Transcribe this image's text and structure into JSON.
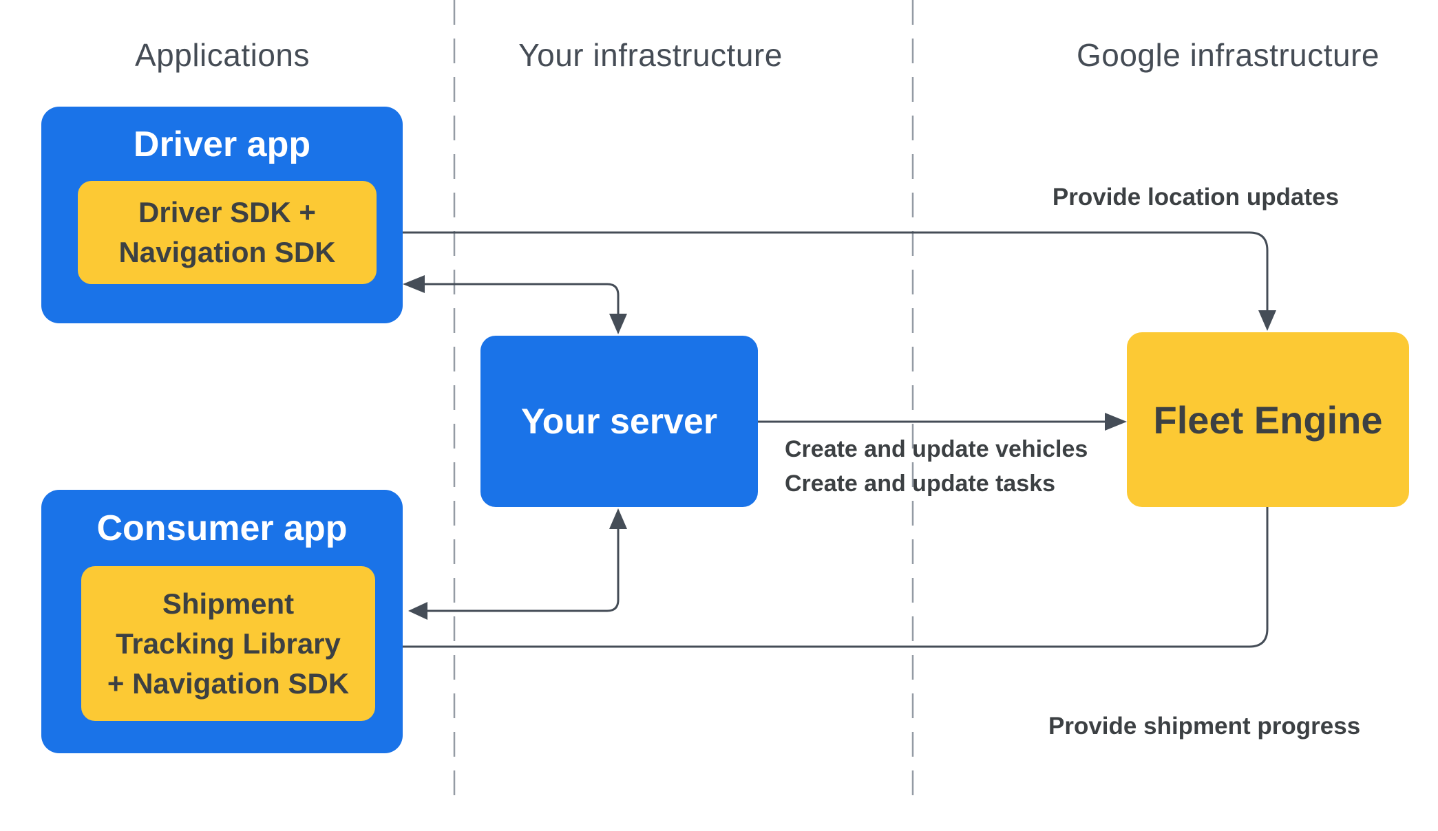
{
  "diagram": {
    "columns": [
      {
        "label": "Applications"
      },
      {
        "label": "Your infrastructure"
      },
      {
        "label": "Google infrastructure"
      }
    ],
    "nodes": {
      "driver_app": {
        "title": "Driver app",
        "sdk_lines": [
          "Driver SDK +",
          "Navigation SDK"
        ]
      },
      "consumer_app": {
        "title": "Consumer app",
        "sdk_lines": [
          "Shipment",
          "Tracking Library",
          "+ Navigation SDK"
        ]
      },
      "your_server": {
        "title": "Your server"
      },
      "fleet_engine": {
        "title": "Fleet Engine"
      }
    },
    "edge_labels": {
      "location_updates": "Provide location updates",
      "create_update_lines": [
        "Create and update vehicles",
        "Create and update tasks"
      ],
      "shipment_progress": "Provide shipment progress"
    },
    "colors": {
      "blue": "#1a73e8",
      "yellow": "#fcc934",
      "arrow": "#454d57",
      "label_text": "#3c4043",
      "header_text": "#454c55",
      "divider": "#949ba4",
      "sdk_text": "#3c4043",
      "bg": "#ffffff"
    }
  }
}
